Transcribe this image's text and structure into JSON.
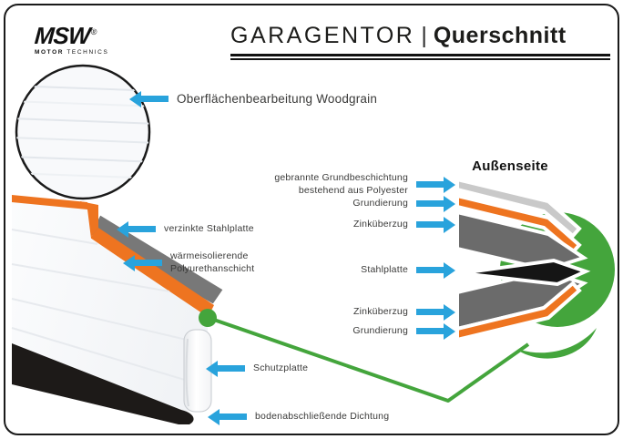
{
  "brand": {
    "name": "MSW",
    "registered": "®",
    "tagline_bold": "MOTOR",
    "tagline_rest": " TECHNICS"
  },
  "header": {
    "title": "GARAGENTOR",
    "divider": "|",
    "subtitle": "Querschnitt"
  },
  "woodgrain": {
    "label": "Oberflächenbearbeitung Woodgrain"
  },
  "panel": {
    "labels": {
      "steel": "verzinkte Stahlplatte",
      "insulation_line1": "wärmeisolierende",
      "insulation_line2": "Polyurethanschicht",
      "protection": "Schutzplatte",
      "seal": "bodenabschließende Dichtung"
    }
  },
  "layer_diagram": {
    "heading": "Außenseite",
    "labels": {
      "coating_line1": "gebrannte Grundbeschichtung",
      "coating_line2": "bestehend aus Polyester",
      "primer_top": "Grundierung",
      "zinc_top": "Zinküberzug",
      "steel_core": "Stahlplatte",
      "zinc_bottom": "Zinküberzug",
      "primer_bottom": "Grundierung"
    }
  },
  "colors": {
    "accent_blue": "#29a3dc",
    "orange": "#ee7420",
    "steel_gray": "#757575",
    "dark_gray": "#6b6b6b",
    "light_gray": "#c9c9c9",
    "green": "#44a53c",
    "black": "#151515"
  }
}
